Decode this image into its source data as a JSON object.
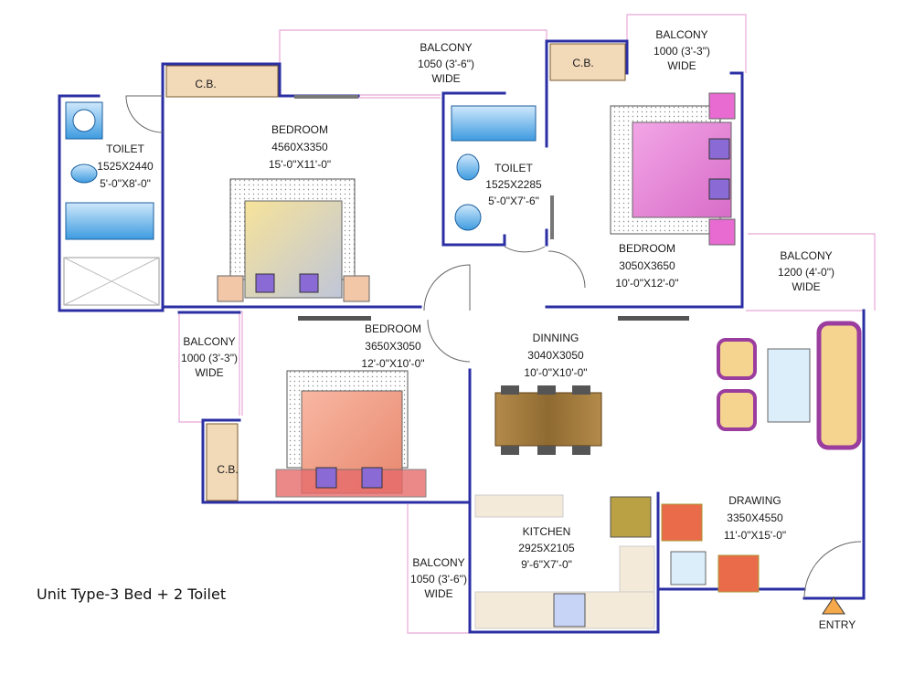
{
  "caption": "Unit Type-3 Bed + 2 Toilet",
  "rooms": [
    {
      "id": "bedroom-1",
      "lines": [
        "BEDROOM",
        "4560X3350",
        "15'-0\"X11'-0\""
      ]
    },
    {
      "id": "toilet-1",
      "lines": [
        "TOILET",
        "1525X2440",
        "5'-0\"X8'-0\""
      ]
    },
    {
      "id": "toilet-2",
      "lines": [
        "TOILET",
        "1525X2285",
        "5'-0\"X7'-6\""
      ]
    },
    {
      "id": "bedroom-2",
      "lines": [
        "BEDROOM",
        "3050X3650",
        "10'-0\"X12'-0\""
      ]
    },
    {
      "id": "bedroom-3",
      "lines": [
        "BEDROOM",
        "3650X3050",
        "12'-0\"X10'-0\""
      ]
    },
    {
      "id": "dinning",
      "lines": [
        "DINNING",
        "3040X3050",
        "10'-0\"X10'-0\""
      ]
    },
    {
      "id": "kitchen",
      "lines": [
        "KITCHEN",
        "2925X2105",
        "9'-6\"X7'-0\""
      ]
    },
    {
      "id": "drawing",
      "lines": [
        "DRAWING",
        "3350X4550",
        "11'-0\"X15'-0\""
      ]
    }
  ],
  "balconies": [
    {
      "id": "balcony-top",
      "lines": [
        "BALCONY",
        "1050 (3'-6\")",
        "WIDE"
      ]
    },
    {
      "id": "balcony-top-right",
      "lines": [
        "BALCONY",
        "1000 (3'-3\")",
        "WIDE"
      ]
    },
    {
      "id": "balcony-right",
      "lines": [
        "BALCONY",
        "1200 (4'-0\")",
        "WIDE"
      ]
    },
    {
      "id": "balcony-left",
      "lines": [
        "BALCONY",
        "1000 (3'-3\")",
        "WIDE"
      ]
    },
    {
      "id": "balcony-bottom",
      "lines": [
        "BALCONY",
        "1050 (3'-6\")",
        "WIDE"
      ]
    }
  ],
  "cupboards": [
    "C.B.",
    "C.B.",
    "C.B."
  ],
  "entry": "ENTRY",
  "colors": {
    "wall": "#2b2fa3",
    "balcony_rail": "#e8a8d8",
    "cupboard": "#f2d9b8",
    "bed_yellow": "#f3d98a",
    "bed_pink": "#e98bd6",
    "bed_salmon": "#f2a48e",
    "table_wood": "#a07a3c",
    "sofa_purple": "#9b3d9f",
    "sofa_cream": "#f4d48e",
    "bath_blue": "#3d9be0",
    "entry_arrow": "#f6a94a"
  }
}
